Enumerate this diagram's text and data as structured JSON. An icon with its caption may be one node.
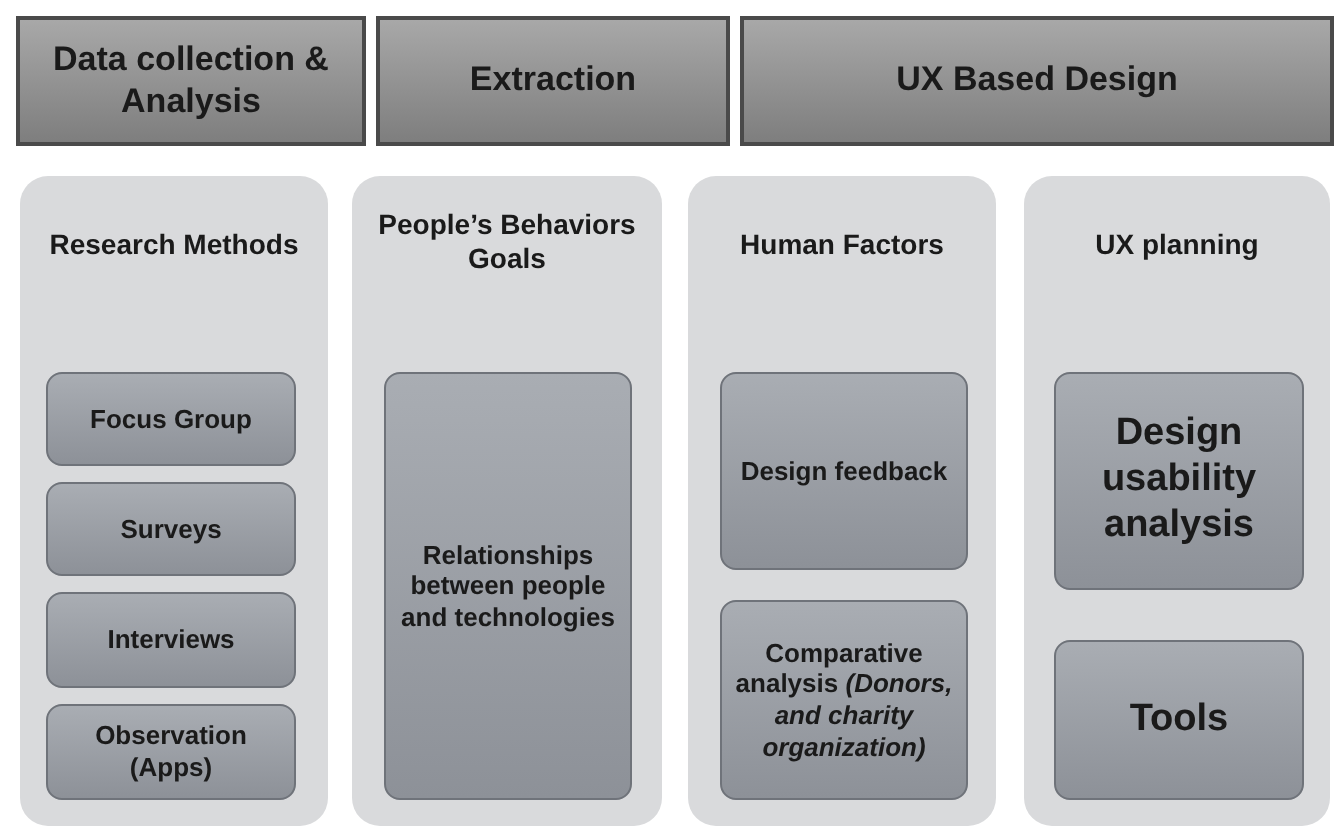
{
  "diagram": {
    "nodes": [
      {
        "text": [
          "Data collection & Analysis"
        ]
      },
      {
        "text": [
          "Extraction"
        ]
      },
      {
        "text": [
          "UX Based Design"
        ]
      },
      {
        "text": [
          "Research Methods"
        ]
      },
      {
        "text": [
          "Focus Group"
        ],
        "in": 3
      },
      {
        "text": [
          "Surveys"
        ],
        "in": 3
      },
      {
        "text": [
          "Interviews"
        ],
        "in": 3
      },
      {
        "text": [
          "Observation (Apps)"
        ],
        "in": 3
      },
      {
        "text": [
          "People’s Behaviors Goals"
        ]
      },
      {
        "text": [
          "Relationships between people and technologies"
        ],
        "in": 8
      },
      {
        "text": [
          "Human Factors"
        ]
      },
      {
        "text": [
          "Design feedback"
        ],
        "in": 10
      },
      {
        "text": [
          "Comparative analysis *(Donors, and charity organization)*"
        ],
        "in": 10
      },
      {
        "text": [
          "UX planning"
        ]
      },
      {
        "text": [
          "Design usability analysis"
        ],
        "in": 13
      },
      {
        "text": [
          "Tools"
        ],
        "in": 13
      }
    ]
  }
}
